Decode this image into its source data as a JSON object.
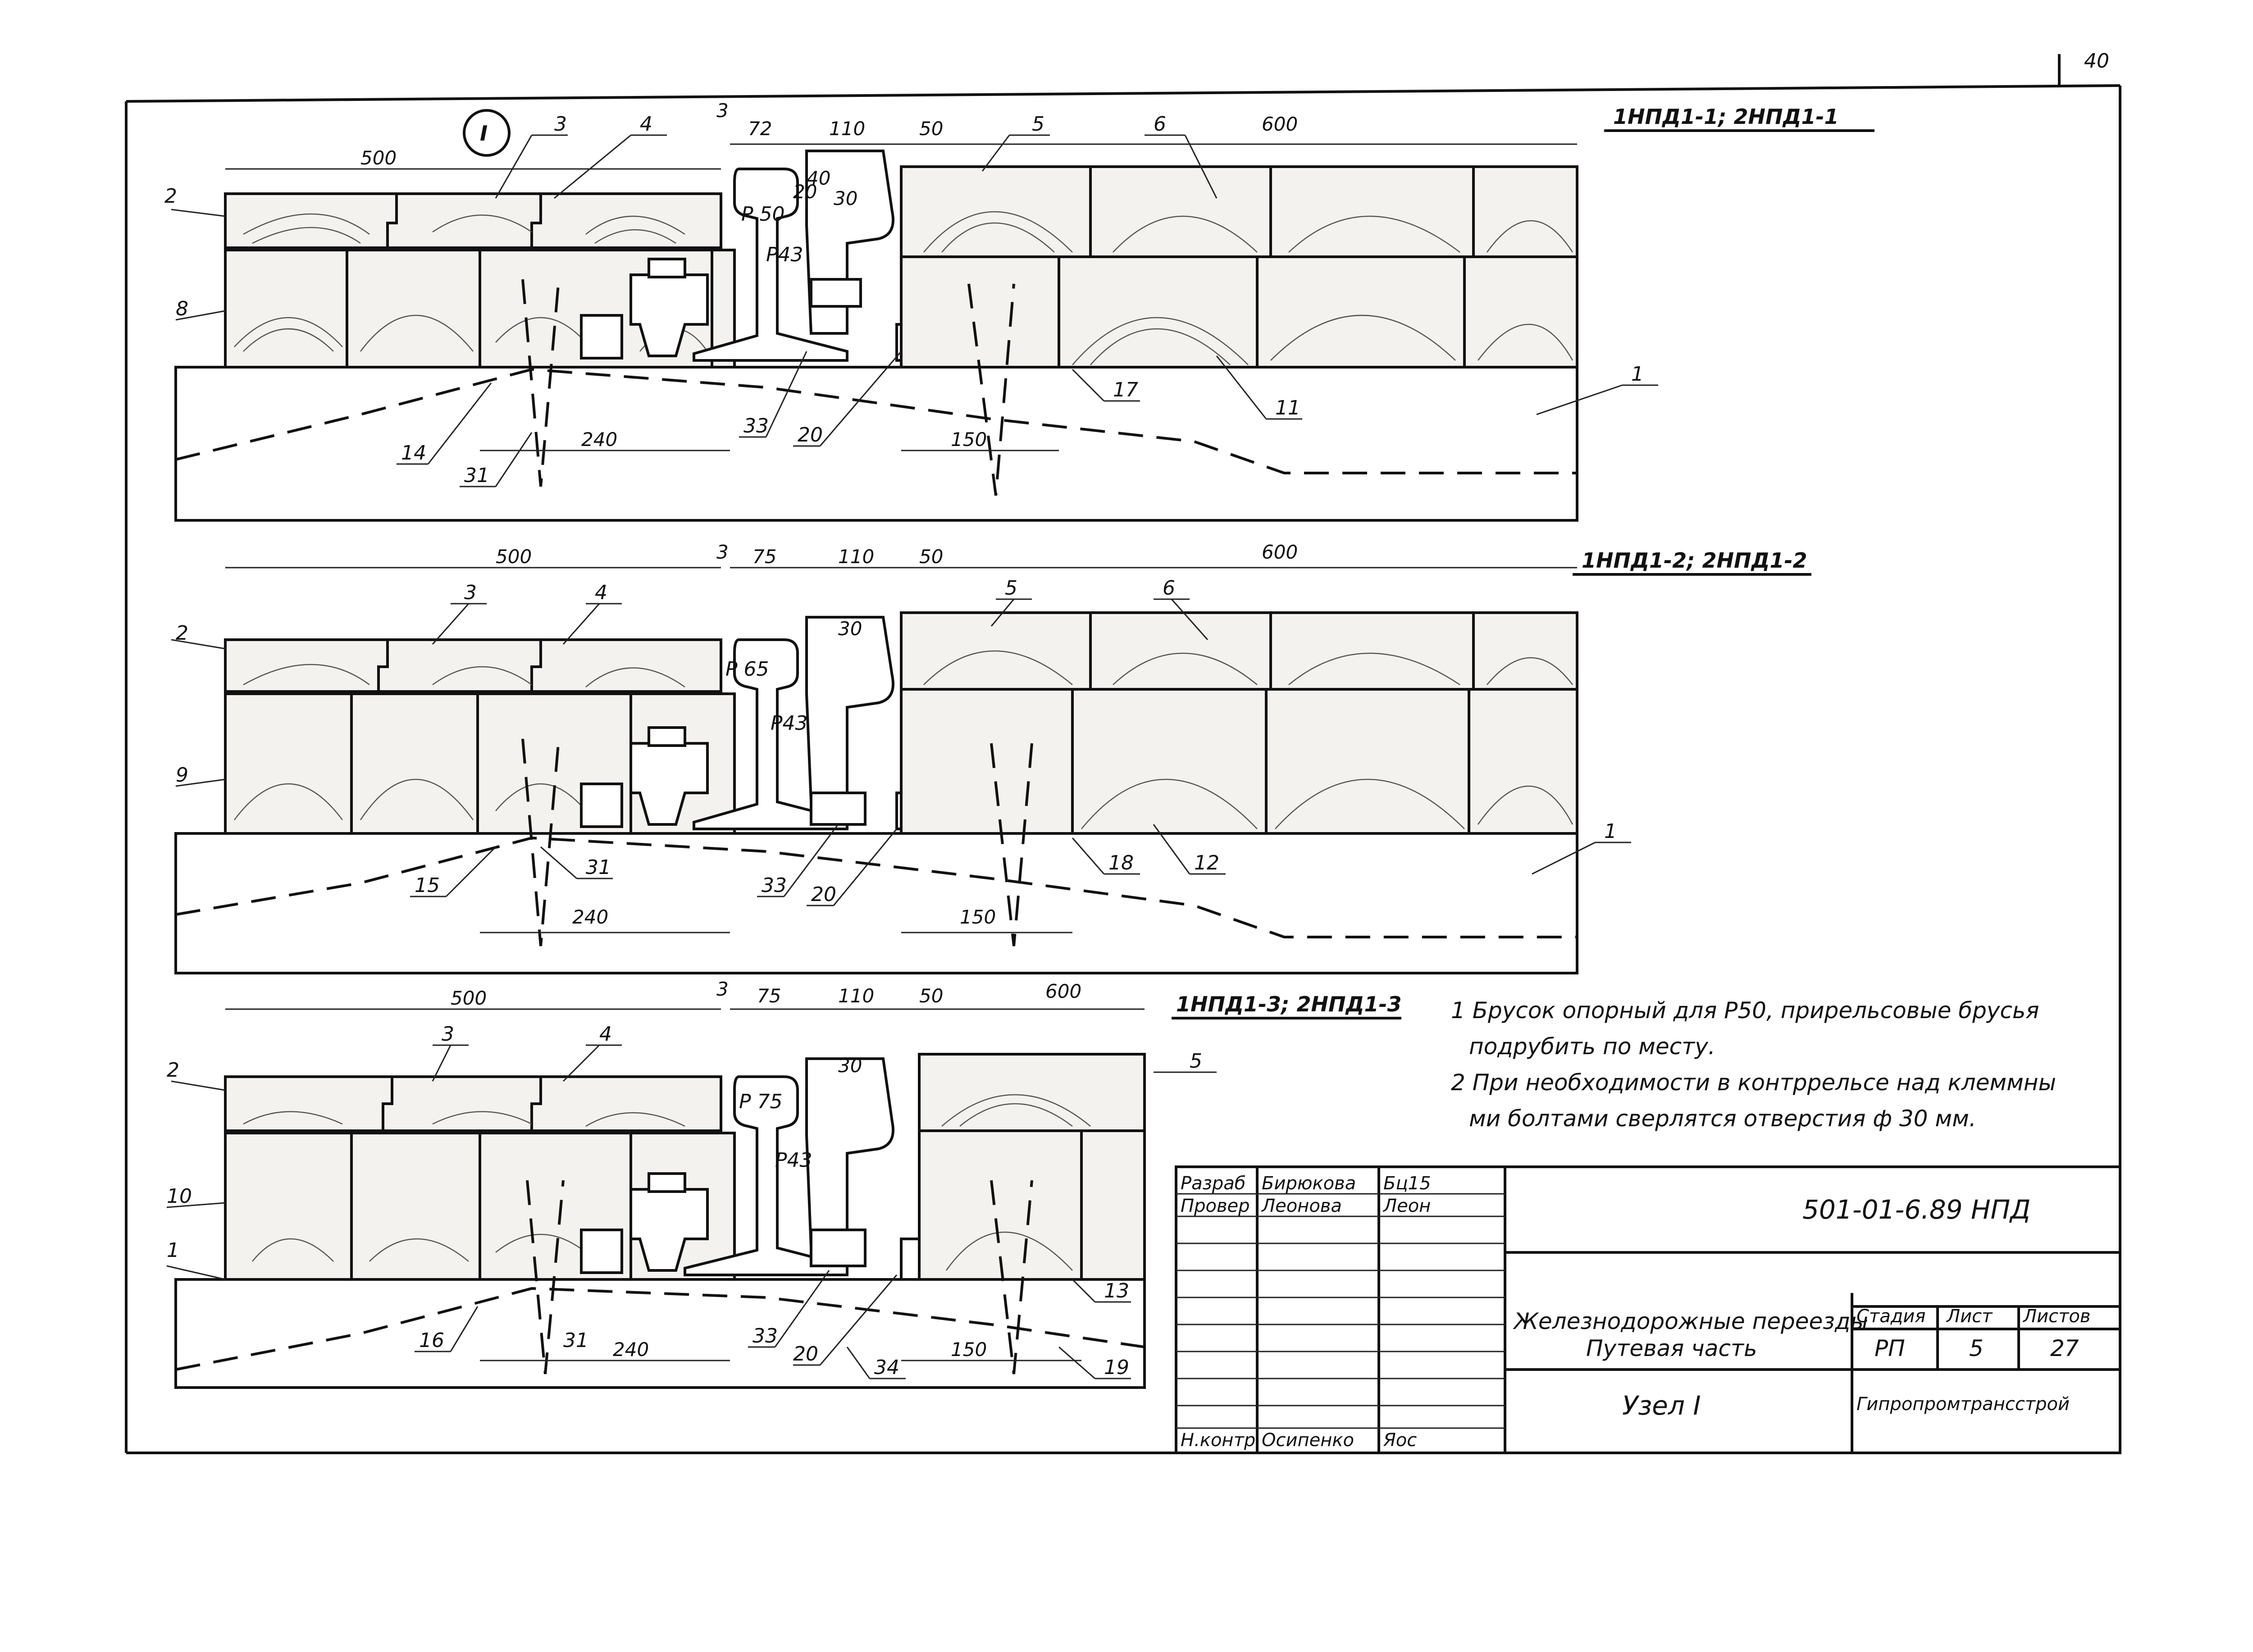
{
  "sheet": {
    "page_number": "40",
    "detail_marker": "I"
  },
  "sections": [
    {
      "mark": "1НПД1-1; 2НПД1-1",
      "rail": "Р 50",
      "rail2": "Р43",
      "dims": {
        "d500": "500",
        "d3": "3",
        "d72": "72",
        "d110": "110",
        "d50": "50",
        "d600": "600",
        "d240": "240",
        "d150": "150",
        "d30": "30",
        "d40": "40",
        "d20": "20"
      },
      "callouts": {
        "c1": "1",
        "c2": "2",
        "c3": "3",
        "c4": "4",
        "c5": "5",
        "c6": "6",
        "c8": "8",
        "c14": "14",
        "c31": "31",
        "c33": "33",
        "c20": "20",
        "c17": "17",
        "c11": "11"
      }
    },
    {
      "mark": "1НПД1-2; 2НПД1-2",
      "rail": "Р 65",
      "rail2": "Р43",
      "dims": {
        "d500": "500",
        "d3": "3",
        "d75": "75",
        "d110": "110",
        "d50": "50",
        "d600": "600",
        "d240": "240",
        "d150": "150",
        "d30": "30"
      },
      "callouts": {
        "c1": "1",
        "c2": "2",
        "c3": "3",
        "c4": "4",
        "c5": "5",
        "c6": "6",
        "c9": "9",
        "c15": "15",
        "c31": "31",
        "c33": "33",
        "c20": "20",
        "c18": "18",
        "c12": "12"
      }
    },
    {
      "mark": "1НПД1-3; 2НПД1-3",
      "rail": "Р 75",
      "rail2": "Р43",
      "dims": {
        "d500": "500",
        "d3": "3",
        "d75": "75",
        "d110": "110",
        "d50": "50",
        "d600": "600",
        "d240": "240",
        "d150": "150",
        "d30": "30"
      },
      "callouts": {
        "c1": "1",
        "c2": "2",
        "c3": "3",
        "c4": "4",
        "c5": "5",
        "c10": "10",
        "c16": "16",
        "c31": "31",
        "c33": "33",
        "c20": "20",
        "c34": "34",
        "c13": "13",
        "c19": "19"
      }
    }
  ],
  "notes": [
    "1 Брусок опорный для Р50, прирельсовые брусья",
    "подрубить по месту.",
    "2 При необходимости в контррельсе над клеммны",
    "ми болтами сверлятся отверстия ф 30 мм."
  ],
  "title_block": {
    "code": "501-01-6.89 НПД",
    "roles": [
      {
        "role": "Разраб",
        "name": "Бирюкова",
        "sign": "Бц15"
      },
      {
        "role": "Провер",
        "name": "Леонова",
        "sign": "Леон"
      },
      {
        "role": "Н.контр",
        "name": "Осипенко",
        "sign": "Яос"
      }
    ],
    "object_title_1": "Железнодорожные переезды",
    "object_title_2": "Путевая часть",
    "sheet_title": "Узел I",
    "stage_label": "Стадия",
    "sheet_label": "Лист",
    "sheets_label": "Листов",
    "stage": "РП",
    "sheet": "5",
    "sheets": "27",
    "organization": "Гипропромтрансстрой"
  }
}
